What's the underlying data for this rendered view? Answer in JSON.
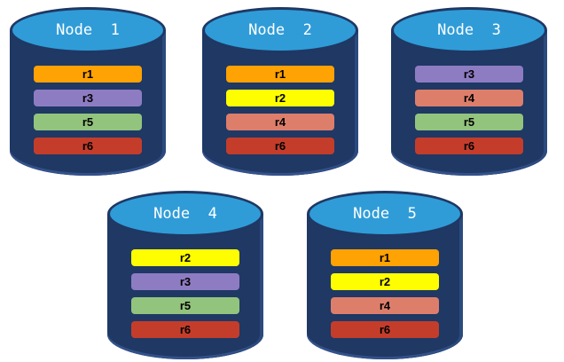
{
  "diagram": {
    "description": "Five database nodes holding replicated partitions",
    "colors": {
      "cylinder_body": "#1F3864",
      "cylinder_top_fill": "#2F9CD8",
      "cylinder_outline": "#1F3864",
      "title_text": "#ffffff",
      "bar_text": "#000000"
    },
    "replica_colors": {
      "r1": "#FFA203",
      "r2": "#FEFE00",
      "r3": "#8E7CC3",
      "r4": "#DD7E6B",
      "r5": "#93C47D",
      "r6": "#C43D2B"
    },
    "nodes": [
      {
        "label": "Node  1",
        "replicas": [
          "r1",
          "r3",
          "r5",
          "r6"
        ]
      },
      {
        "label": "Node  2",
        "replicas": [
          "r1",
          "r2",
          "r4",
          "r6"
        ]
      },
      {
        "label": "Node  3",
        "replicas": [
          "r3",
          "r4",
          "r5",
          "r6"
        ]
      },
      {
        "label": "Node  4",
        "replicas": [
          "r2",
          "r3",
          "r5",
          "r6"
        ]
      },
      {
        "label": "Node  5",
        "replicas": [
          "r1",
          "r2",
          "r4",
          "r6"
        ]
      }
    ]
  }
}
